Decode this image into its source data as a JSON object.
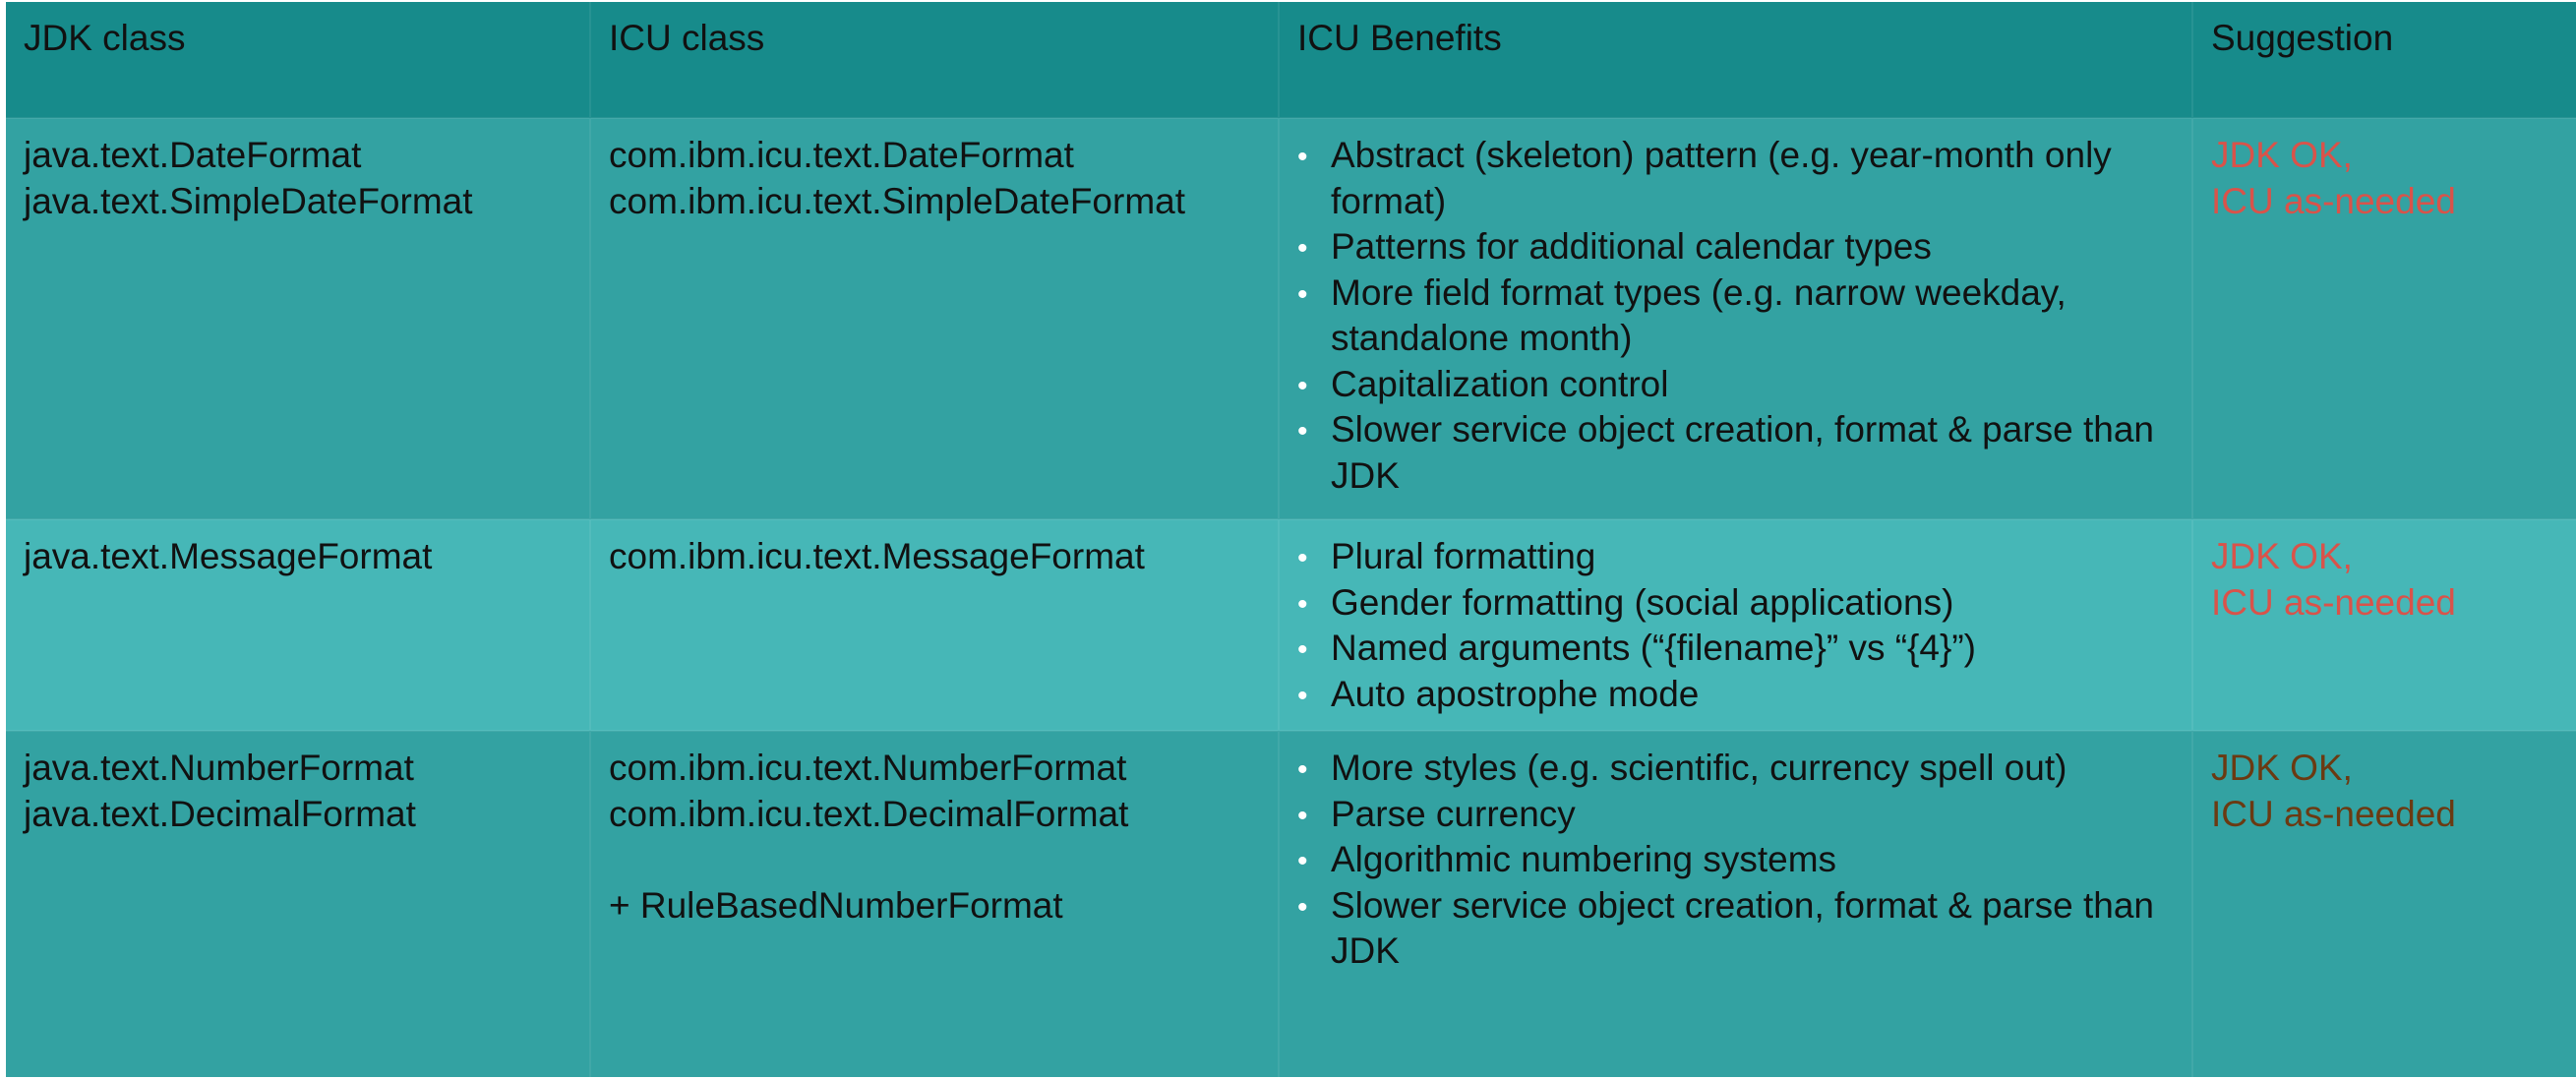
{
  "table": {
    "headers": [
      "JDK class",
      "ICU class",
      "ICU Benefits",
      "Suggestion"
    ],
    "rows": [
      {
        "jdk": [
          "java.text.DateFormat",
          "java.text.SimpleDateFormat"
        ],
        "icu": [
          "com.ibm.icu.text.DateFormat",
          "com.ibm.icu.text.SimpleDateFormat"
        ],
        "icu_extra": "",
        "benefits": [
          "Abstract (skeleton) pattern (e.g. year-month only format)",
          "Patterns for additional calendar types",
          "More field format types (e.g. narrow weekday, standalone month)",
          "Capitalization control",
          "Slower service object creation, format & parse than JDK"
        ],
        "suggestion": [
          "JDK OK,",
          "ICU as-needed"
        ],
        "suggestion_color": "#d9534a"
      },
      {
        "jdk": [
          "java.text.MessageFormat"
        ],
        "icu": [
          "com.ibm.icu.text.MessageFormat"
        ],
        "icu_extra": "",
        "benefits": [
          "Plural formatting",
          "Gender formatting (social applications)",
          "Named arguments (“{filename}” vs “{4}”)",
          "Auto apostrophe mode"
        ],
        "suggestion": [
          "JDK OK,",
          "ICU as-needed"
        ],
        "suggestion_color": "#d9534a"
      },
      {
        "jdk": [
          "java.text.NumberFormat",
          "java.text.DecimalFormat"
        ],
        "icu": [
          "com.ibm.icu.text.NumberFormat",
          "com.ibm.icu.text.DecimalFormat"
        ],
        "icu_extra": "+ RuleBasedNumberFormat",
        "benefits": [
          "More styles (e.g. scientific, currency spell out)",
          "Parse currency",
          "Algorithmic numbering systems",
          "Slower service object creation, format & parse than JDK"
        ],
        "suggestion": [
          "JDK OK,",
          "ICU as-needed"
        ],
        "suggestion_color": "#6b3a12"
      }
    ]
  },
  "colors": {
    "header_bg": "#178b8b",
    "row_bg_dark": "#33a2a2",
    "row_bg_light": "#46b7b7",
    "text": "#111111"
  },
  "icons": {
    "bullet": "•"
  }
}
